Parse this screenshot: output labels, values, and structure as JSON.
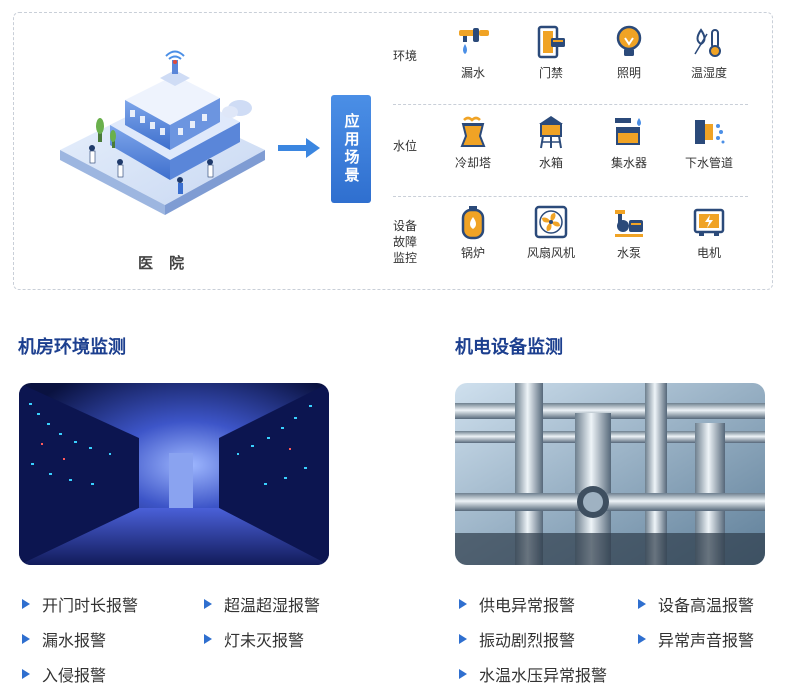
{
  "hospital": {
    "label": "医 院"
  },
  "scene_tag": "应用场景",
  "rows": [
    {
      "label": "环境",
      "items": [
        "漏水",
        "门禁",
        "照明",
        "温湿度"
      ],
      "icons": [
        "leak-water-icon",
        "access-control-icon",
        "lighting-bulb-icon",
        "temperature-humidity-icon"
      ]
    },
    {
      "label": "水位",
      "items": [
        "冷却塔",
        "水箱",
        "集水器",
        "下水管道"
      ],
      "icons": [
        "cooling-tower-icon",
        "water-tank-icon",
        "water-collector-icon",
        "sewer-pipe-icon"
      ]
    },
    {
      "label": "设备\n故障\n监控",
      "label_lines": [
        "设备",
        "故障",
        "监控"
      ],
      "items": [
        "锅炉",
        "风扇风机",
        "水泵",
        "电机"
      ],
      "icons": [
        "boiler-icon",
        "fan-icon",
        "water-pump-icon",
        "motor-icon"
      ]
    }
  ],
  "sections": {
    "left": {
      "title": "机房环境监测",
      "bullets": [
        "开门时长报警",
        "超温超湿报警",
        "漏水报警",
        "灯未灭报警",
        "入侵报警"
      ]
    },
    "right": {
      "title": "机电设备监测",
      "bullets": [
        "供电异常报警",
        "设备高温报警",
        "振动剧烈报警",
        "异常声音报警",
        "水温水压异常报警"
      ]
    }
  },
  "colors": {
    "accent": "#2f6fcf",
    "title": "#1c3f8f",
    "icon_orange": "#f0a325",
    "icon_navy": "#2b4a7a"
  }
}
